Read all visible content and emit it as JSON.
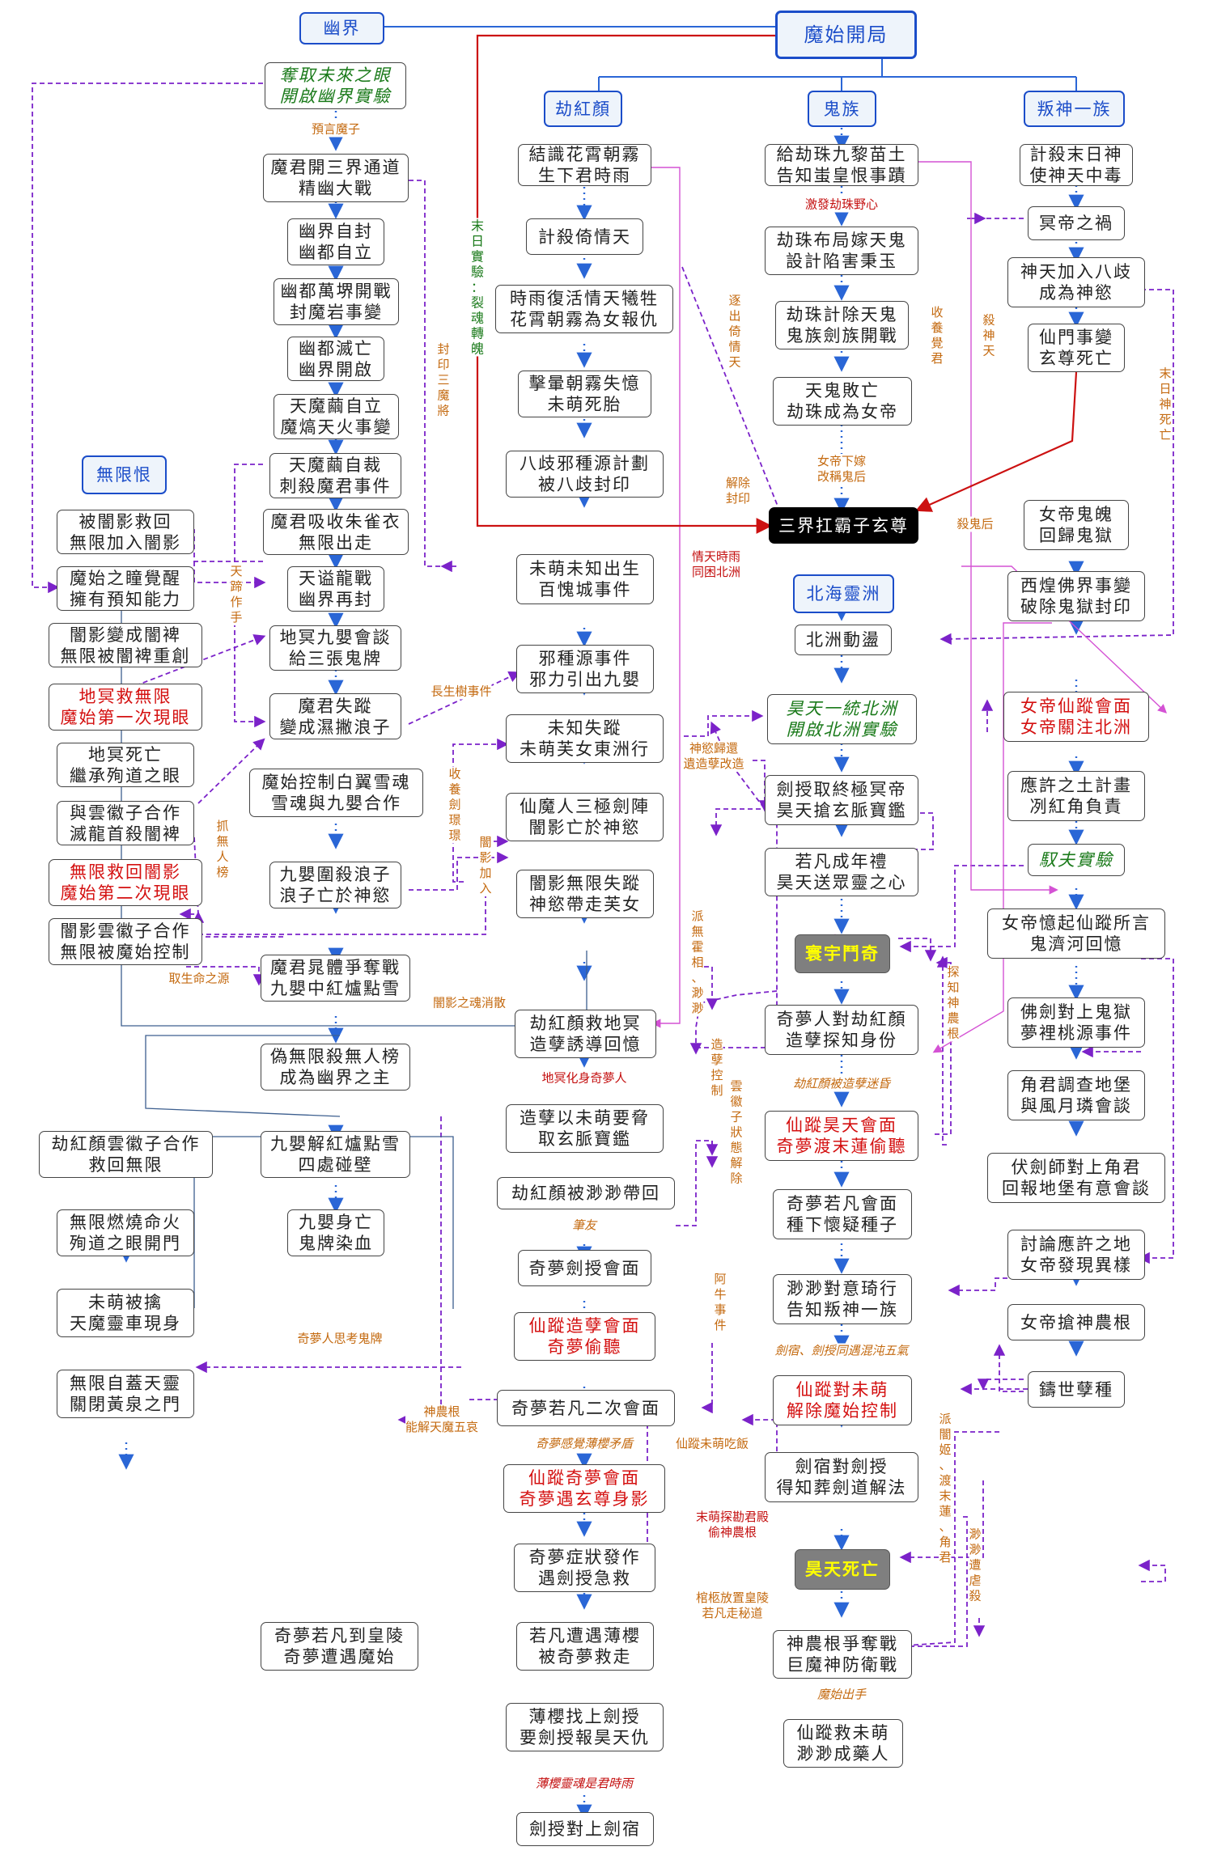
{
  "diagram": {
    "headers": {
      "youjie": "幽界",
      "mashi": "魔始開局",
      "jiehongyan": "劫紅顏",
      "guizu": "鬼族",
      "panshen": "叛神一族",
      "wuxianhen": "無限恨",
      "beihai": "北海靈洲"
    },
    "col1": {
      "n1": "奪取未來之眼\n開啟幽界實驗",
      "n2": "魔君開三界通道\n精幽大戰",
      "n3": "幽界自封\n幽都自立",
      "n4": "幽都萬堺開戰\n封魔岩事變",
      "n5": "幽都滅亡\n幽界開啟",
      "n6": "天魔繭自立\n魔熇天火事變",
      "n7": "天魔繭自裁\n刺殺魔君事件",
      "n8": "魔君吸收朱雀衣\n無限出走",
      "n9": "天谥龍戰\n幽界再封",
      "n10": "地冥九嬰會談\n給三張鬼牌",
      "n11": "魔君失蹤\n變成濕撇浪子",
      "n12": "魔始控制白翼雪魂\n雪魂與九嬰合作",
      "n13": "九嬰圍殺浪子\n浪子亡於神慾",
      "n14": "魔君晁體爭奪戰\n九嬰中紅爐點雪",
      "n15": "偽無限殺無人榜\n成為幽界之主",
      "n16": "九嬰解紅爐點雪\n四處碰壁",
      "n17": "九嬰身亡\n鬼牌染血"
    },
    "col0": {
      "n1": "被闇影救回\n無限加入闇影",
      "n2": "魔始之瞳覺醒\n擁有預知能力",
      "n3": "闇影變成闇裨\n無限被闇裨重創",
      "n4": "地冥救無限\n魔始第一次現眼",
      "n5": "地冥死亡\n繼承殉道之眼",
      "n6": "與雲徽子合作\n滅龍首殺闇裨",
      "n7": "無限救回闇影\n魔始第二次現眼",
      "n8": "闇影雲徽子合作\n無限被魔始控制",
      "n9": "劫紅顏雲徽子合作\n救回無限",
      "n10": "無限燃燒命火\n殉道之眼開門",
      "n11": "未萌被擒\n天魔靈車現身",
      "n12": "無限自蓋天靈\n關閉黃泉之門"
    },
    "col2": {
      "n1": "結識花霄朝霧\n生下君時雨",
      "n2": "計殺倚情天",
      "n3": "時雨復活情天犧牲\n花霄朝霧為女報仇",
      "n4": "擊暈朝霧失憶\n未萌死胎",
      "n5": "八歧邪種源計劃\n被八歧封印",
      "n6": "未萌未知出生\n百愧城事件",
      "n7": "邪種源事件\n邪力引出九嬰",
      "n8": "未知失蹤\n未萌芙女東洲行",
      "n9": "仙魔人三極劍陣\n闇影亡於神慾",
      "n10": "闇影無限失蹤\n神慾帶走芙女",
      "n11": "劫紅顏救地冥\n造孽誘導回憶",
      "n12": "造孽以未萌要脅\n取玄脈寶鑑",
      "n13": "劫紅顏被渺渺帶回",
      "n14": "奇夢劍授會面",
      "n15": "仙蹤造孽會面\n奇夢偷聽",
      "n16": "奇夢若凡二次會面",
      "n17": "仙蹤奇夢會面\n奇夢遇玄尊身影",
      "n18": "奇夢症狀發作\n遇劍授急救",
      "n19": "若凡遭遇薄櫻\n被奇夢救走",
      "n20": "薄櫻找上劍授\n要劍授報昊天仇",
      "n21": "劍授對上劍宿",
      "n22": "奇夢若凡到皇陵\n奇夢遭遇魔始"
    },
    "col3": {
      "n1": "給劫珠九黎苗土\n告知蚩皇恨事蹟",
      "n2": "劫珠布局嫁天鬼\n設計陷害秉玉",
      "n3": "劫珠計除天鬼\n鬼族劍族開戰",
      "n4": "天鬼敗亡\n劫珠成為女帝",
      "n5": "三界扛霸子玄尊",
      "n6": "北洲動盪",
      "n7": "昊天一統北洲\n開啟北洲實驗",
      "n8": "劍授取終極冥帝\n昊天搶玄脈寶鑑",
      "n9": "若凡成年禮\n昊天送眾靈之心",
      "n10": "寰宇鬥奇",
      "n11": "奇夢人對劫紅顏\n造孽探知身份",
      "n12": "仙蹤昊天會面\n奇夢渡末蓮偷聽",
      "n13": "奇夢若凡會面\n種下懷疑種子",
      "n14": "渺渺對意琦行\n告知叛神一族",
      "n15": "仙蹤對未萌\n解除魔始控制",
      "n16": "劍宿對劍授\n得知葬劍道解法",
      "n17": "昊天死亡",
      "n18": "神農根爭奪戰\n巨魔神防衛戰",
      "n19": "仙蹤救未萌\n渺渺成藥人"
    },
    "col4": {
      "n1": "計殺末日神\n使神天中毒",
      "n2": "冥帝之禍",
      "n3": "神天加入八歧\n成為神慾",
      "n4": "仙門事變\n玄尊死亡",
      "n5": "女帝鬼魄\n回歸鬼獄",
      "n6": "西煌佛界事變\n破除鬼獄封印",
      "n7": "女帝仙蹤會面\n女帝關注北洲",
      "n8": "應許之土計畫\n冽紅角負責",
      "n9": "馭夫實驗",
      "n10": "女帝憶起仙蹤所言\n鬼濟河回憶",
      "n11": "佛劍對上鬼獄\n夢裡桃源事件",
      "n12": "角君調查地堡\n與風月璘會談",
      "n13": "伏劍師對上角君\n回報地堡有意會談",
      "n14": "討論應許之地\n女帝發現異樣",
      "n15": "女帝搶神農根",
      "n16": "鑄世孽種"
    },
    "labels": {
      "l1": "預言魔子",
      "l2": "封\n印\n三\n魔\n將",
      "l3": "天\n蹄\n作\n手",
      "l4": "抓\n無\n人\n榜",
      "l5": "取生命之源",
      "l6": "長生樹事件",
      "l7": "收\n養\n劍\n璟\n璟",
      "l8": "闇\n影\n加\n入",
      "l9": "闇影之魂消散",
      "l10": "奇夢人思考鬼牌",
      "l11": "末\n日\n實\n驗\n：\n裂\n魂\n轉\n魄",
      "l12": "逐\n出\n倚\n情\n天",
      "l13": "解除\n封印",
      "l14": "情天時雨\n同困北洲",
      "l15": "神慾歸還\n遺造孽改造",
      "l16": "派\n無\n霍\n相\n、\n渺\n渺",
      "l17": "地冥化身奇夢人",
      "l18": "造\n孽\n控\n制",
      "l19": "雲\n徽\n子\n狀\n態\n解\n除",
      "l20": "筆友",
      "l21": "阿\n牛\n事\n件",
      "l22": "神農根\n能解天魔五哀",
      "l23": "奇夢感覺薄櫻矛盾",
      "l24": "仙蹤未萌吃飯",
      "l25": "末萌探勘君殿\n偷神農根",
      "l26": "棺柩放置皇陵\n若凡走秘道",
      "l27": "薄櫻靈魂是君時雨",
      "l28": "激發劫珠野心",
      "l29": "收\n養\n覺\n君",
      "l30": "女帝下嫁\n改稱鬼后",
      "l31": "殺\n神\n天",
      "l32": "末\n日\n神\n死\n亡",
      "l33": "殺鬼后",
      "l34": "探\n知\n神\n農\n根",
      "l35": "劫紅顏被造孽迷昏",
      "l36": "劍宿、劍授同遇混沌五氣",
      "l37": "魔始出手",
      "l38": "派\n闇\n姬\n、\n渡\n末\n蓮\n、\n角\n君",
      "l39": "渺\n渺\n遭\n虐\n殺"
    }
  },
  "colors": {
    "box_border": "#444444",
    "header_blue": "#1b4dc9",
    "header_fill": "#eef4fb",
    "red_text": "#d41010",
    "green_text": "#1a7a1a",
    "label_orange": "#c46a10",
    "arrow_blue": "#2a66d6",
    "arrow_purple": "#7b22c9",
    "arrow_magenta": "#d452d4",
    "arrow_red": "#cc1111",
    "arrow_grey": "#3d5f8f",
    "black_node": "#000000",
    "grey_node": "#7f7f7f",
    "yellow_text": "#ffff00"
  }
}
